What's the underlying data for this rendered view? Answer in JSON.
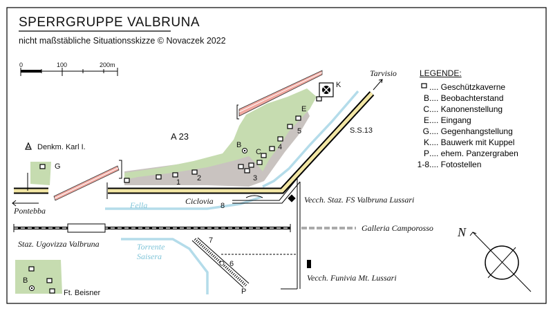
{
  "title": "SPERRGRUPPE VALBRUNA",
  "subtitle": "nicht maßstäbliche Situationsskizze © Novaczek 2022",
  "scale": {
    "ticks": [
      "0",
      "100",
      "200m"
    ]
  },
  "legend": {
    "title": "LEGENDE:",
    "items": [
      {
        "key": "",
        "text": ".... Geschützkaverne",
        "icon": "casemate-icon"
      },
      {
        "key": "B",
        "text": ".... Beobachterstand"
      },
      {
        "key": "C",
        "text": ".... Kanonenstellung"
      },
      {
        "key": "E",
        "text": ".... Eingang"
      },
      {
        "key": "G",
        "text": ".... Gegenhangstellung"
      },
      {
        "key": "K",
        "text": ".... Bauwerk mit Kuppel"
      },
      {
        "key": "P",
        "text": ".... ehem. Panzergraben"
      },
      {
        "key": "1-8",
        "text": ".... Fotostellen"
      }
    ]
  },
  "labels": {
    "a23": "A 23",
    "ss13": "S.S.13",
    "tarvisio": "Tarvisio",
    "pontebba": "Pontebba",
    "denkmal": "Denkm. Karl I.",
    "fella": "Fella",
    "ciclovia": "Ciclovia",
    "station_fs": "Vecch. Staz. FS Valbruna Lussari",
    "galleria": "Galleria Camporosso",
    "staz_ugovizza": "Staz. Ugovizza Valbruna",
    "torrente_line1": "Torrente",
    "torrente_line2": "Saisera",
    "funivia": "Vecch. Funivia Mt. Lussari",
    "beisner": "Ft. Beisner",
    "north": "N",
    "B": "B",
    "C": "C",
    "E": "E",
    "G": "G",
    "K": "K",
    "P": "P",
    "B2": "B",
    "n1": "1",
    "n2": "2",
    "n3": "3",
    "n4": "4",
    "n5": "5",
    "n6": "6",
    "n7": "7",
    "n8": "8"
  },
  "colors": {
    "green": "#c6dcb0",
    "gray": "#c9c3c0",
    "river": "#b4dcea",
    "road_fill": "#f2e6a4",
    "panzer_red": "#f0a8a0"
  }
}
